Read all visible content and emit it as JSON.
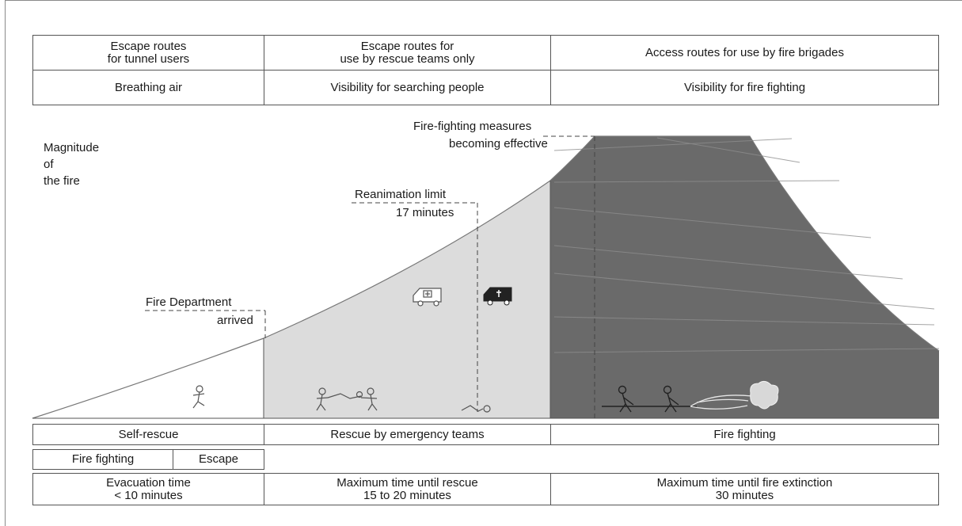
{
  "top_table": {
    "row1": [
      "Escape routes\nfor tunnel users",
      "Escape routes for\nuse by rescue teams only",
      "Access routes for use by fire brigades"
    ],
    "row2": [
      "Breathing air",
      "Visibility for searching people",
      "Visibility for fire fighting"
    ]
  },
  "labels": {
    "magnitude": "Magnitude\nof\nthe fire",
    "fire_measures_1": "Fire-fighting measures",
    "fire_measures_2": "becoming effective",
    "reanimation_1": "Reanimation limit",
    "reanimation_2": "17 minutes",
    "fire_dept_1": "Fire Department",
    "fire_dept_2": "arrived"
  },
  "bottom_table": {
    "phases": [
      "Self-rescue",
      "Rescue by emergency teams",
      "Fire fighting"
    ],
    "sub": [
      "Fire fighting",
      "Escape"
    ],
    "times": [
      "Evacuation time\n< 10 minutes",
      "Maximum time until rescue\n15 to 20 minutes",
      "Maximum time until fire extinction\n30 minutes"
    ]
  },
  "colors": {
    "light_area": "#dcdcdc",
    "dark_area": "#6a6a6a",
    "border": "#555555"
  }
}
